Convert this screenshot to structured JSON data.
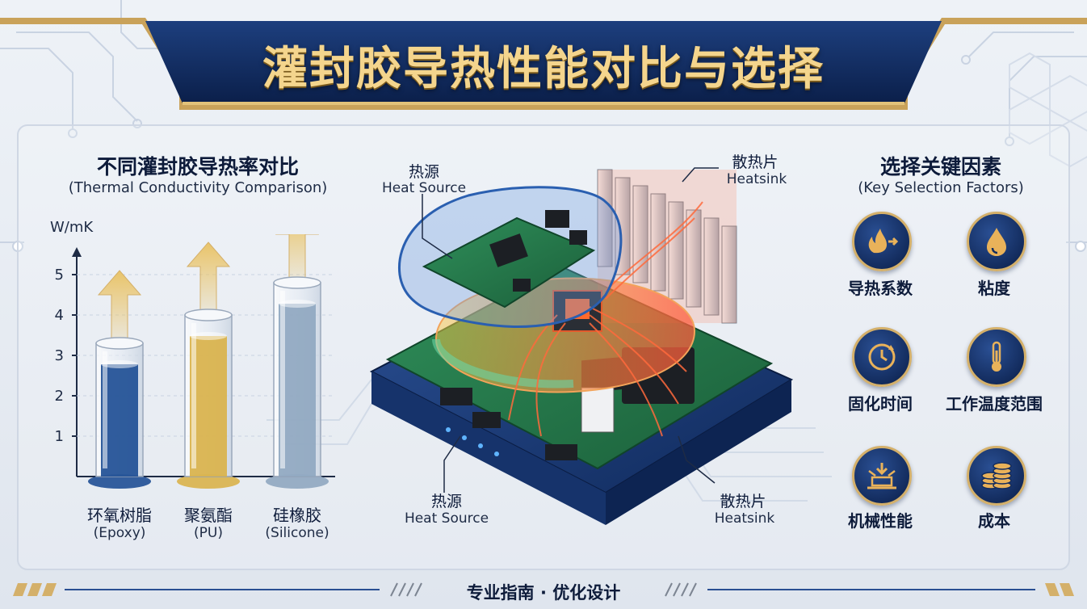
{
  "title": "灌封胶导热性能对比与选择",
  "comparison": {
    "title": "不同灌封胶导热率对比",
    "subtitle": "(Thermal Conductivity Comparison)"
  },
  "chart_data": {
    "type": "bar",
    "ylabel": "W/mK",
    "yticks": [
      "1",
      "2",
      "3",
      "4",
      "5"
    ],
    "ylim": [
      0,
      5.6
    ],
    "categories": [
      "环氧树脂",
      "聚氨酯",
      "硅橡胶"
    ],
    "categories_en": [
      "(Epoxy)",
      "(PU)",
      "(Silicone)"
    ],
    "values": [
      3.3,
      4.0,
      4.8
    ],
    "colors": [
      "#1f4f95",
      "#d9b24a",
      "#8fa7c0"
    ]
  },
  "callouts": {
    "top_left_cn": "热源",
    "top_left_en": "Heat Source",
    "top_right_cn": "散热片",
    "top_right_en": "Heatsink",
    "bottom_left_cn": "热源",
    "bottom_left_en": "Heat Source",
    "bottom_right_cn": "散热片",
    "bottom_right_en": "Heatsink"
  },
  "factors": {
    "title": "选择关键因素",
    "subtitle": "(Key Selection Factors)",
    "items": [
      {
        "label": "导热系数",
        "icon": "flame-arrow-icon"
      },
      {
        "label": "粘度",
        "icon": "droplet-icon"
      },
      {
        "label": "固化时间",
        "icon": "clock-icon"
      },
      {
        "label": "工作温度范围",
        "icon": "thermometer-icon"
      },
      {
        "label": "机械性能",
        "icon": "compression-icon"
      },
      {
        "label": "成本",
        "icon": "coins-icon"
      }
    ]
  },
  "footer": {
    "text": "专业指南 · 优化设计"
  }
}
